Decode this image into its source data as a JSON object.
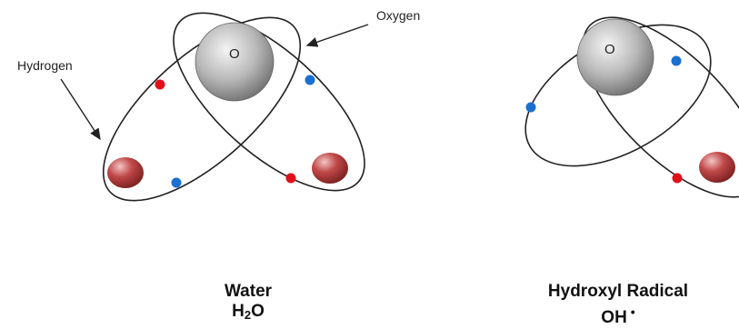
{
  "water": {
    "atom_label": "O",
    "callout_oxygen": "Oxygen",
    "callout_hydrogen": "Hydrogen",
    "caption_name": "Water",
    "formula_main": "H",
    "formula_sub": "2",
    "formula_end": "O"
  },
  "hydroxyl": {
    "atom_label": "O",
    "caption_name": "Hydroxyl Radical",
    "formula": "OH",
    "radical_dot": "•"
  },
  "colors": {
    "electron_red": "#e0101a",
    "electron_blue": "#1a6fd0",
    "hydrogen_ball": "#b43b3b",
    "oxygen_ball": "#9a9a9a",
    "orbit": "#222222"
  }
}
